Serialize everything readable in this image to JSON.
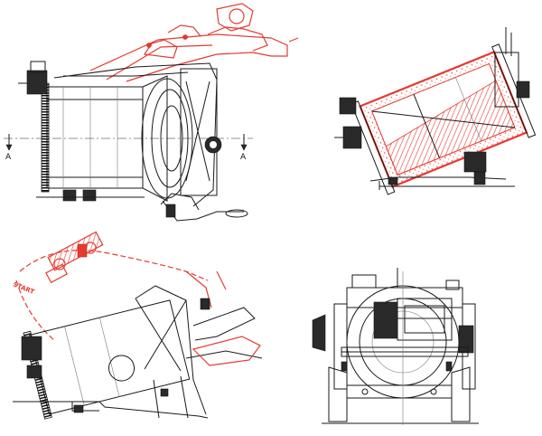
{
  "drawing": {
    "views": [
      {
        "id": "side-view"
      },
      {
        "id": "tilted-section"
      },
      {
        "id": "tilted-pour"
      },
      {
        "id": "end-view"
      }
    ],
    "section_mark_left": "A",
    "section_mark_right": "A",
    "start_label": "START",
    "colors": {
      "line": "#1a1a1a",
      "highlight": "#e53a30",
      "background": "#ffffff"
    }
  }
}
